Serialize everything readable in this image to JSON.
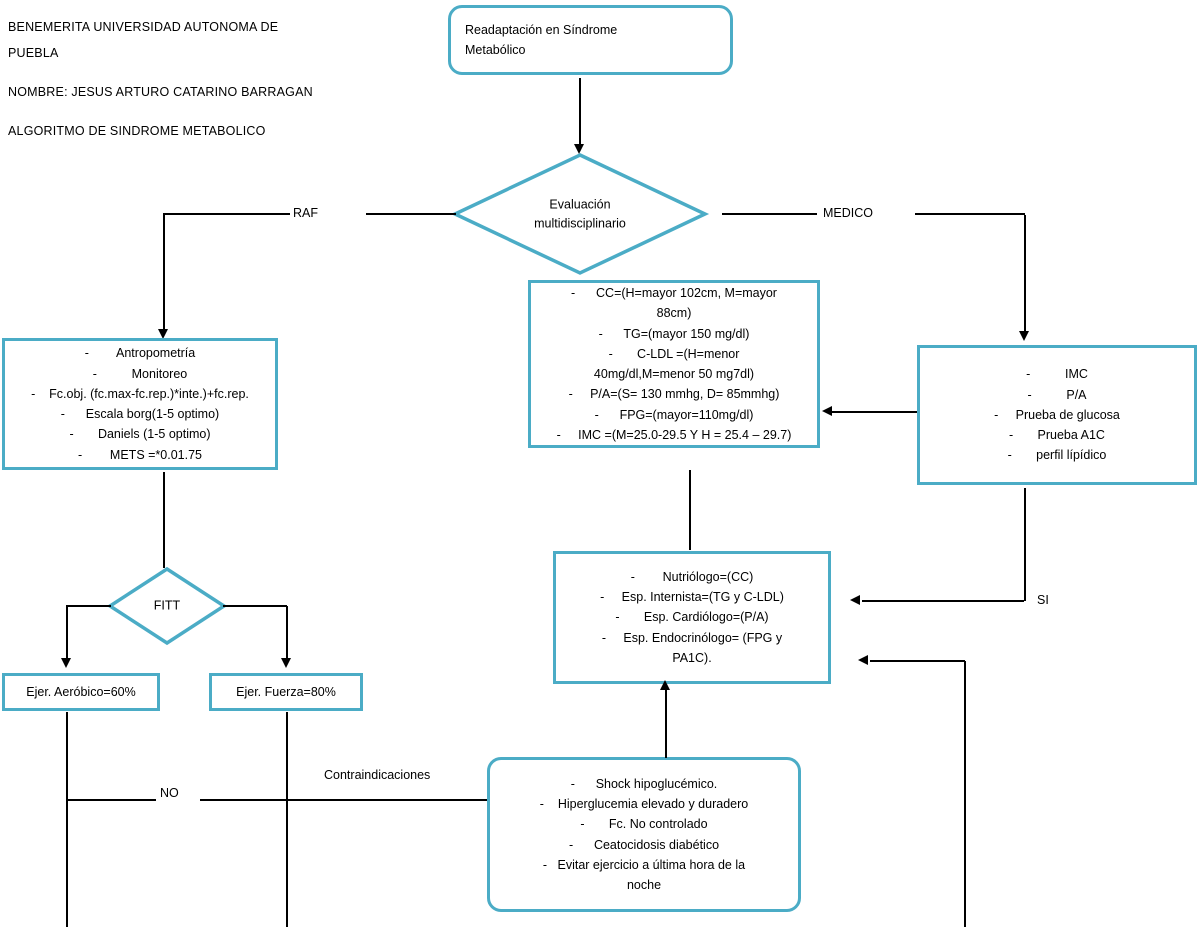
{
  "document": {
    "title": "ALGORITMO DE SINDROME METABOLICO",
    "header_lines": [
      "BENEMERITA UNIVERSIDAD AUTONOMA DE",
      "PUEBLA",
      "NOMBRE: JESUS ARTURO CATARINO BARRAGAN",
      "ALGORITMO DE SINDROME METABOLICO"
    ]
  },
  "theme": {
    "shape_border": "#4BACC6",
    "shape_fill": "#FFFFFF",
    "connector": "#000000",
    "text": "#000000"
  },
  "nodes": {
    "start": {
      "type": "rounded-rectangle",
      "lines": [
        "Readaptación en Síndrome",
        "Metabólico"
      ]
    },
    "evaluation": {
      "type": "diamond",
      "lines": [
        "Evaluación",
        "multidisciplinario"
      ]
    },
    "raf_assessment": {
      "type": "rectangle",
      "lines": [
        "-        Antropometría",
        "-          Monitoreo",
        "-    Fc.obj. (fc.max-fc.rep.)*inte.)+fc.rep.",
        "-      Escala borg(1-5 optimo)",
        "-       Daniels (1-5 optimo)",
        "-        METS =*0.01.75"
      ]
    },
    "criteria": {
      "type": "rectangle",
      "lines": [
        "-      CC=(H=mayor 102cm, M=mayor",
        "88cm)",
        "-      TG=(mayor 150 mg/dl)",
        "-       C-LDL =(H=menor",
        "40mg/dl,M=menor 50 mg7dl)",
        "-     P/A=(S= 130 mmhg, D= 85mmhg)",
        "-      FPG=(mayor=110mg/dl)",
        "-     IMC =(M=25.0-29.5 Y H = 25.4 – 29.7)"
      ]
    },
    "medical_tests": {
      "type": "rectangle",
      "lines": [
        "-          IMC",
        "-          P/A",
        "-     Prueba de glucosa",
        "-       Prueba A1C",
        "-       perfil lípídico"
      ]
    },
    "specialists": {
      "type": "rectangle",
      "lines": [
        "-        Nutriólogo=(CC)",
        "-     Esp. Internista=(TG y C-LDL)",
        "-       Esp. Cardiólogo=(P/A)",
        "-     Esp. Endocrinólogo= (FPG y",
        "PA1C)."
      ]
    },
    "fitt": {
      "type": "diamond",
      "lines": [
        "FITT"
      ]
    },
    "aerobic": {
      "type": "rectangle",
      "lines": [
        "Ejer. Aeróbico=60%"
      ]
    },
    "strength": {
      "type": "rectangle",
      "lines": [
        "Ejer. Fuerza=80%"
      ]
    },
    "contraindications": {
      "type": "rounded-rectangle",
      "lines": [
        "-      Shock hipoglucémico.",
        "-    Hiperglucemia elevado y duradero",
        "-       Fc. No controlado",
        "-      Ceatocidosis diabético",
        "-   Evitar ejercicio a última hora de la",
        "noche"
      ]
    }
  },
  "edge_labels": {
    "raf": "RAF",
    "medico": "MEDICO",
    "si": "SI",
    "no": "NO",
    "contraindicaciones": "Contraindicaciones"
  }
}
